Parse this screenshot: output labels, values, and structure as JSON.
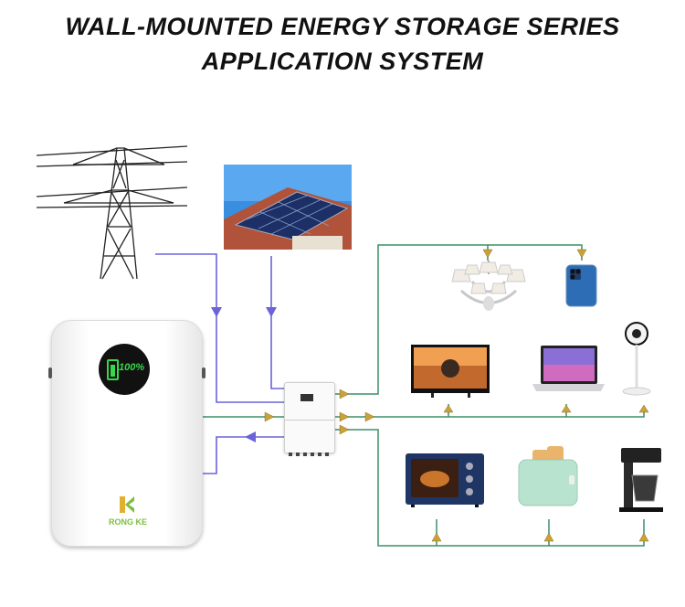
{
  "title": {
    "line1": "WALL-MOUNTED ENERGY STORAGE SERIES",
    "line2": "APPLICATION SYSTEM"
  },
  "battery": {
    "display_percent": "100%",
    "brand": "RONG KE"
  },
  "colors": {
    "blue_line": "#6a63d9",
    "green_line": "#3d8f66",
    "arrow_fill": "#c9a33a",
    "display_green": "#37d84b"
  },
  "icons": [
    "power-tower-icon",
    "solar-panel-house-icon",
    "battery-icon",
    "inverter-icon",
    "chandelier-icon",
    "smartphone-icon",
    "tv-icon",
    "laptop-icon",
    "fan-icon",
    "oven-icon",
    "toaster-icon",
    "coffee-maker-icon"
  ]
}
